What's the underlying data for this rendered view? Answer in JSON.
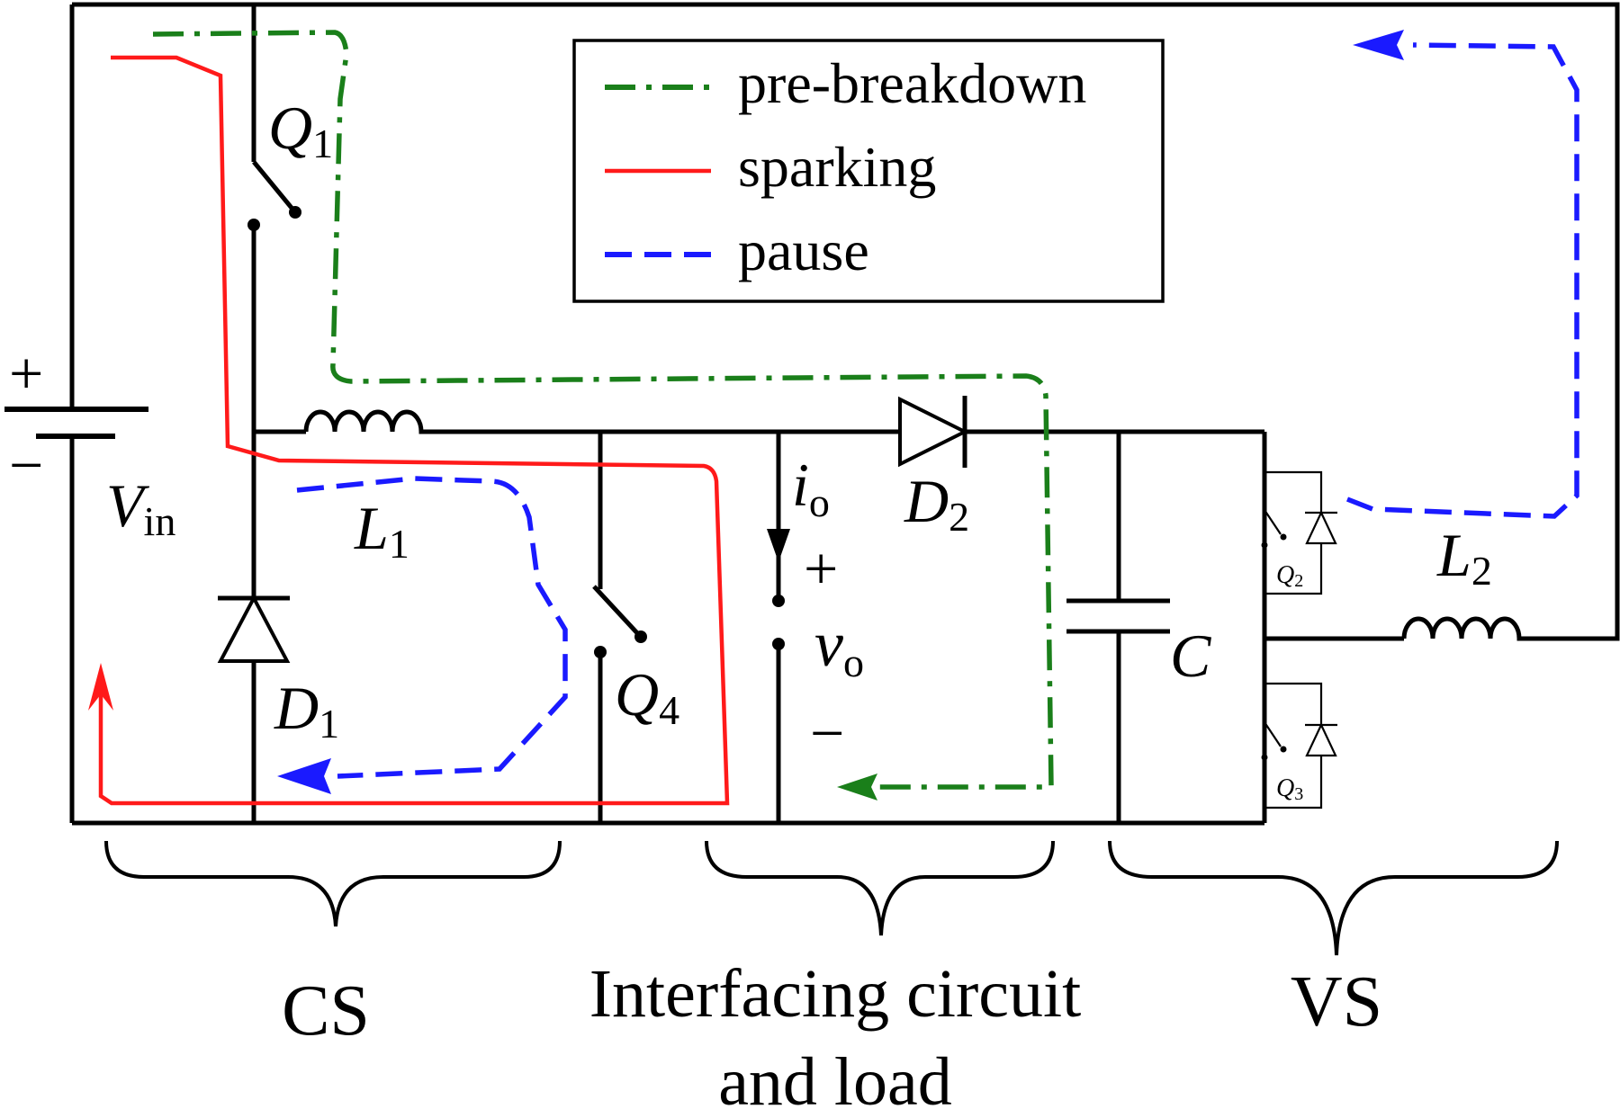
{
  "legend": {
    "items": [
      {
        "label": "pre-breakdown",
        "color": "#1a7f1a",
        "style": "dash-dot"
      },
      {
        "label": "sparking",
        "color": "#ff1a1a",
        "style": "solid"
      },
      {
        "label": "pause",
        "color": "#1a1aff",
        "style": "dashed"
      }
    ]
  },
  "components": {
    "Q1": {
      "sym": "Q",
      "sub": "1"
    },
    "Q2": {
      "sym": "Q",
      "sub": "2"
    },
    "Q3": {
      "sym": "Q",
      "sub": "3"
    },
    "Q4": {
      "sym": "Q",
      "sub": "4"
    },
    "L1": {
      "sym": "L",
      "sub": "1"
    },
    "L2": {
      "sym": "L",
      "sub": "2"
    },
    "D1": {
      "sym": "D",
      "sub": "1"
    },
    "D2": {
      "sym": "D",
      "sub": "2"
    },
    "C": {
      "sym": "C"
    },
    "Vin": {
      "sym": "V",
      "sub": "in"
    },
    "io": {
      "sym": "i",
      "sub": "o"
    },
    "vo": {
      "sym": "v",
      "sub": "o"
    }
  },
  "signs": {
    "plus": "+",
    "minus": "−"
  },
  "sections": {
    "cs": "CS",
    "interfacing_line1": "Interfacing circuit",
    "interfacing_line2": "and load",
    "vs": "VS"
  }
}
